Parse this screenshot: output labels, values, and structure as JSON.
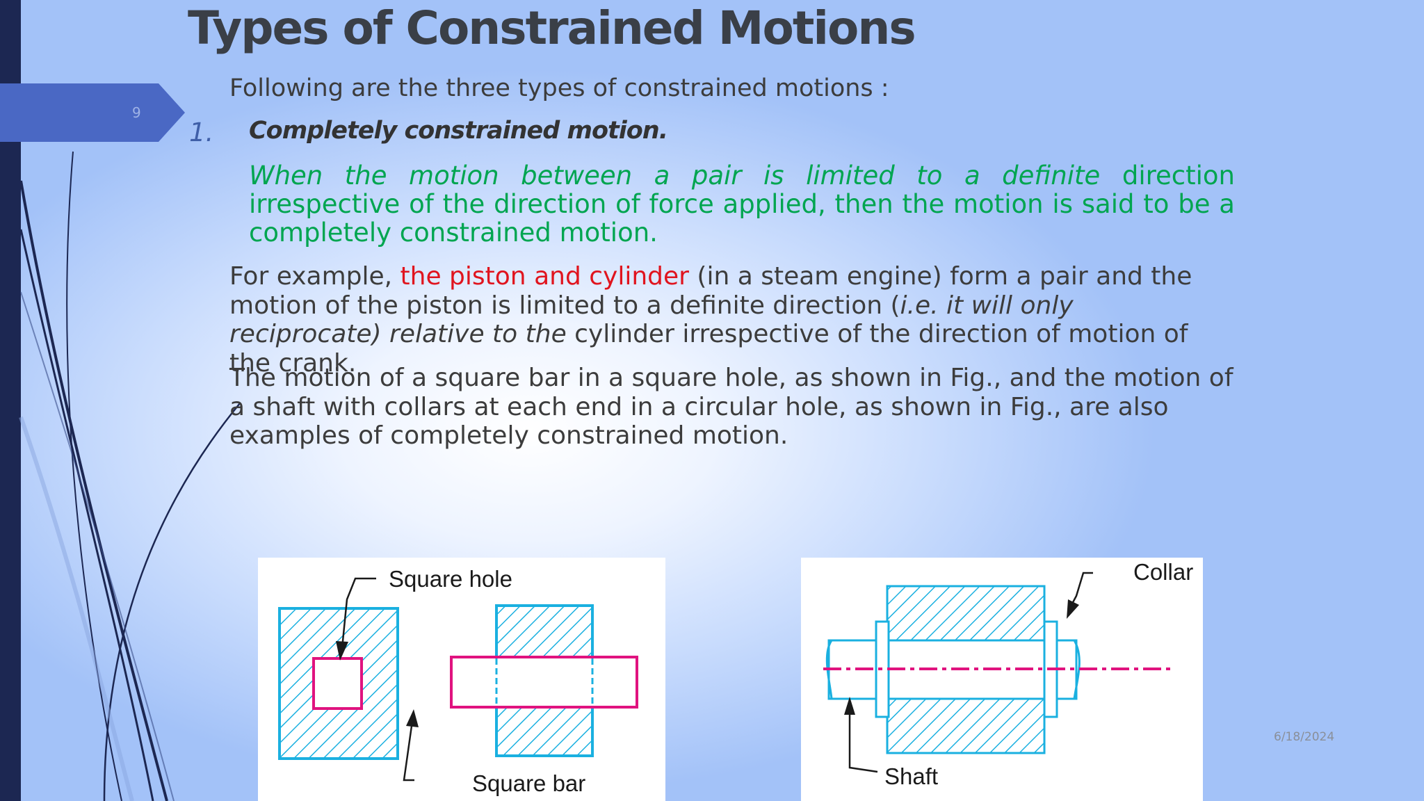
{
  "slide": {
    "title": "Types of Constrained Motions",
    "slide_number": "9",
    "intro": "Following are the three types of constrained motions :",
    "item1_number": "1.",
    "item1_text": "Completely constrained motion.",
    "definition_italic": "When the motion between a pair is limited to a definite",
    "definition_rest": " direction irrespective of the direction of force applied, then the motion is said to be a completely constrained motion.",
    "example_prefix": "For example, ",
    "example_highlight": "the piston and cylinder",
    "example_mid": " (in a steam engine) form a pair and the motion of the piston is limited to a definite direction (",
    "example_italic": "i.e. it will only reciprocate) relative to the",
    "example_end": " cylinder irrespective of the direction of motion of the crank.",
    "paragraph2": "The motion of a square bar in a square hole, as shown in Fig., and the motion of a shaft with collars at each end in a circular hole, as shown in Fig., are also examples of completely constrained motion.",
    "date": "6/18/2024"
  },
  "figure1": {
    "label_hole": "Square hole",
    "label_bar": "Square bar"
  },
  "figure2": {
    "label_collar": "Collar",
    "label_shaft": "Shaft"
  },
  "colors": {
    "title": "#3a3f47",
    "definition": "#00a550",
    "highlight": "#e0141e",
    "hatch": "#1ab0e0",
    "magenta": "#e0137f",
    "left_bar": "#1c2752",
    "tab": "#4a68c4"
  }
}
